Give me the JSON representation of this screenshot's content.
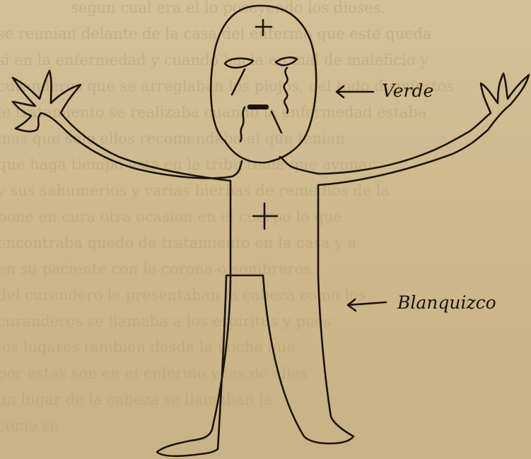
{
  "labels": {
    "verde": "Verde",
    "blanquizco": "Blanquizco"
  },
  "background_text": [
    "segun cual era el lo poseyendo los dioses.",
    "se reunian delante de la casa del enfermo que este queda",
    "si en la enfermedad y cuando hacia en mal de maleficio y",
    "curanderos que se arreglaban los piojos, del todo dispuestos",
    "le tratamiento se realizaba cuando la enfermedad estaba",
    "mas que solo ellos recomendaba al que tenian",
    "que haga tiempo esta en la tribu tenia que ayunar",
    "y sus sahumerios y varias hierbas de remedios de la",
    "pone en cura otra ocasion en el cuerpo lo que",
    "encontraba quedo de tratamiento en la casa y a",
    "en su paciente con la corona o sombreros",
    "del curandero le presentaban la cabeza como los",
    "curanderos se llamaba a los espiritus y pues",
    "los lugares tambien desde la noche que",
    "por estas son en el enfermo y las de ellas",
    "un lugar de la cabeza se llamaban la",
    "como se"
  ],
  "colors": {
    "paper": "#cfb98c",
    "ink": "#1a140f",
    "ghost_text": "#b7a176"
  }
}
